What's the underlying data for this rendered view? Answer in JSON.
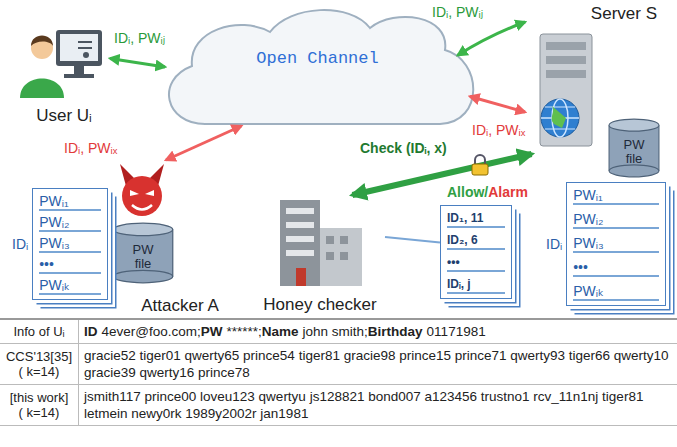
{
  "diagram": {
    "nodes": [
      {
        "text": [
          "User Uᵢ"
        ]
      },
      {
        "text": [
          "Open Channel"
        ]
      },
      {
        "text": [
          "Server S"
        ]
      },
      {
        "text": [
          "PW file"
        ]
      },
      {
        "text": [
          "IDᵢ",
          "PWᵢ₁",
          "PWᵢ₂",
          "PWᵢ₃",
          "•••",
          "PWᵢₖ"
        ]
      },
      {
        "text": [
          "Attacker A"
        ]
      },
      {
        "text": [
          "PW file"
        ]
      },
      {
        "text": [
          "IDᵢ",
          "PWᵢ₁",
          "PWᵢ₂",
          "PWᵢ₃",
          "•••",
          "PWᵢₖ"
        ]
      },
      {
        "text": [
          "Honey checker"
        ]
      },
      {
        "text": [
          "ID₁, 11",
          "ID₂, 6",
          "•••",
          "IDᵢ, j"
        ]
      }
    ],
    "edges": [
      {
        "from": 0,
        "to": 1,
        "arrow": "both",
        "label": "IDᵢ, PWᵢⱼ"
      },
      {
        "from": 1,
        "to": 2,
        "arrow": "both",
        "label": "IDᵢ, PWᵢⱼ"
      },
      {
        "from": 5,
        "to": 1,
        "arrow": "both",
        "label": "IDᵢ, PWᵢₓ"
      },
      {
        "from": 1,
        "to": 2,
        "arrow": "both",
        "label": "IDᵢ, PWᵢₓ"
      },
      {
        "from": 2,
        "to": 8,
        "arrow": "both",
        "label": "Check (IDᵢ, x)"
      },
      {
        "from": 8,
        "to": 9,
        "arrow": "none"
      }
    ],
    "labels": [
      "Info of Uᵢ",
      "ID",
      "4ever@foo.com;",
      "PW",
      "******;",
      "Name",
      "john smith;",
      "Birthday",
      "01171981",
      "CCS'13[35]",
      "( k=14)",
      "gracie52 tiger01 qwerty65 prince54 tiger81 gracie98 prince15 prince71 qwerty93 tiger66 qwerty10 gracie39 qwerty16 prince78",
      "[this work]",
      "( k=14)",
      "jsmith117 prince00 loveu123 qwertyu js128821 bond007 a123456 trustno1 rcv_11n1nj tiger81 letmein newy0rk 1989y2002r jan1981",
      "Allow/",
      "Alarm"
    ]
  }
}
